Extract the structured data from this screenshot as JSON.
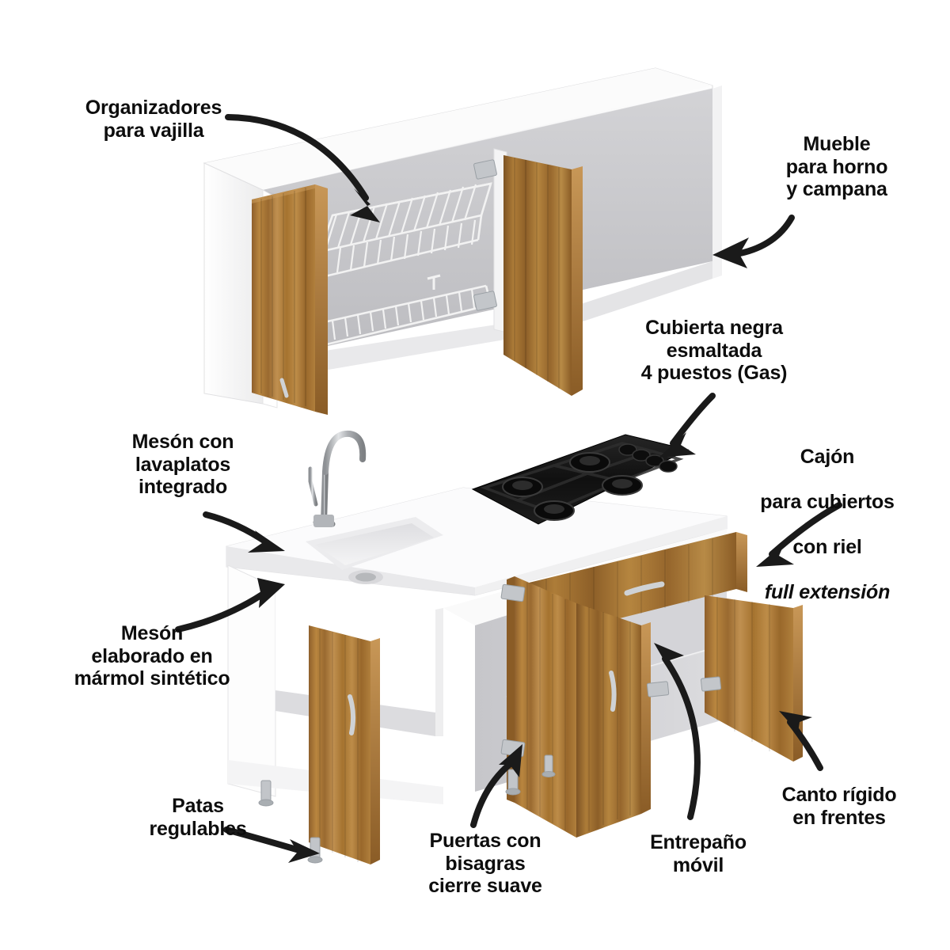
{
  "document": {
    "type": "product-infographic",
    "language": "es",
    "subject": "Cocina integral con mueble superior y mueble inferior",
    "background_color": "#ffffff",
    "arrow_color": "#1a1a1a",
    "text_color": "#0d0d0d"
  },
  "palette": {
    "wood": "#a9763c",
    "wood_dark": "#7d5324",
    "wood_light": "#c89757",
    "white_panel": "#ffffff",
    "panel_shade": "#e3e3e5",
    "panel_shade_dark": "#c9c9cd",
    "countertop": "#f7f7f8",
    "cooktop_black": "#141414",
    "chrome": "#b9bcc0",
    "wire_white": "#f2f2f2"
  },
  "callouts": [
    {
      "id": "organizadores",
      "name": "organizadores-para-vajilla",
      "text": "Organizadores\npara vajilla",
      "target": "rejillas escurridor de platos en mueble superior"
    },
    {
      "id": "mueble_horno",
      "name": "mueble-para-horno-y-campana",
      "text": "Mueble\npara horno\ny campana",
      "target": "vano abierto derecho del mueble superior"
    },
    {
      "id": "cubierta",
      "name": "cubierta-negra-esmaltada",
      "text": "Cubierta negra\nesmaltada\n4 puestos (Gas)",
      "target": "estufa de 4 puestos a gas"
    },
    {
      "id": "cajon",
      "name": "cajon-para-cubiertos",
      "text_lines": [
        "Cajón",
        "para cubiertos",
        "con riel"
      ],
      "text_italic": "full extensión",
      "target": "cajón superior del mueble inferior"
    },
    {
      "id": "meson_lavaplatos",
      "name": "meson-con-lavaplatos-integrado",
      "text": "Mesón con\nlavaplatos\nintegrado",
      "target": "poceta integrada al mesón"
    },
    {
      "id": "meson_marmol",
      "name": "meson-elaborado-en-marmol-sintetico",
      "text": "Mesón\nelaborado en\nmármol sintético",
      "target": "superficie del mesón"
    },
    {
      "id": "patas",
      "name": "patas-regulables",
      "text": "Patas\nregulables",
      "target": "patas niveladoras del mueble inferior"
    },
    {
      "id": "puertas",
      "name": "puertas-con-bisagras-cierre-suave",
      "text": "Puertas con\nbisagras\ncierre suave",
      "target": "bisagras de las puertas"
    },
    {
      "id": "entrepano",
      "name": "entrepano-movil",
      "text": "Entrepaño\nmóvil",
      "target": "entrepaño interior del mueble inferior"
    },
    {
      "id": "canto",
      "name": "canto-rigido-en-frentes",
      "text": "Canto rígido\nen frentes",
      "target": "canto de la puerta derecha"
    }
  ],
  "product_parts": {
    "upper_cabinet": {
      "name": "mueble-superior",
      "doors": 2,
      "racks": 2,
      "open_bay_label": "vano para horno y campana"
    },
    "lower_cabinet": {
      "name": "mueble-inferior",
      "doors": 3,
      "drawers": 1,
      "legs": 4,
      "cooktop_burners": 4,
      "cooktop_knobs": 4,
      "sink_bowls": 1,
      "faucet": "grifo cuello de ganso"
    }
  }
}
